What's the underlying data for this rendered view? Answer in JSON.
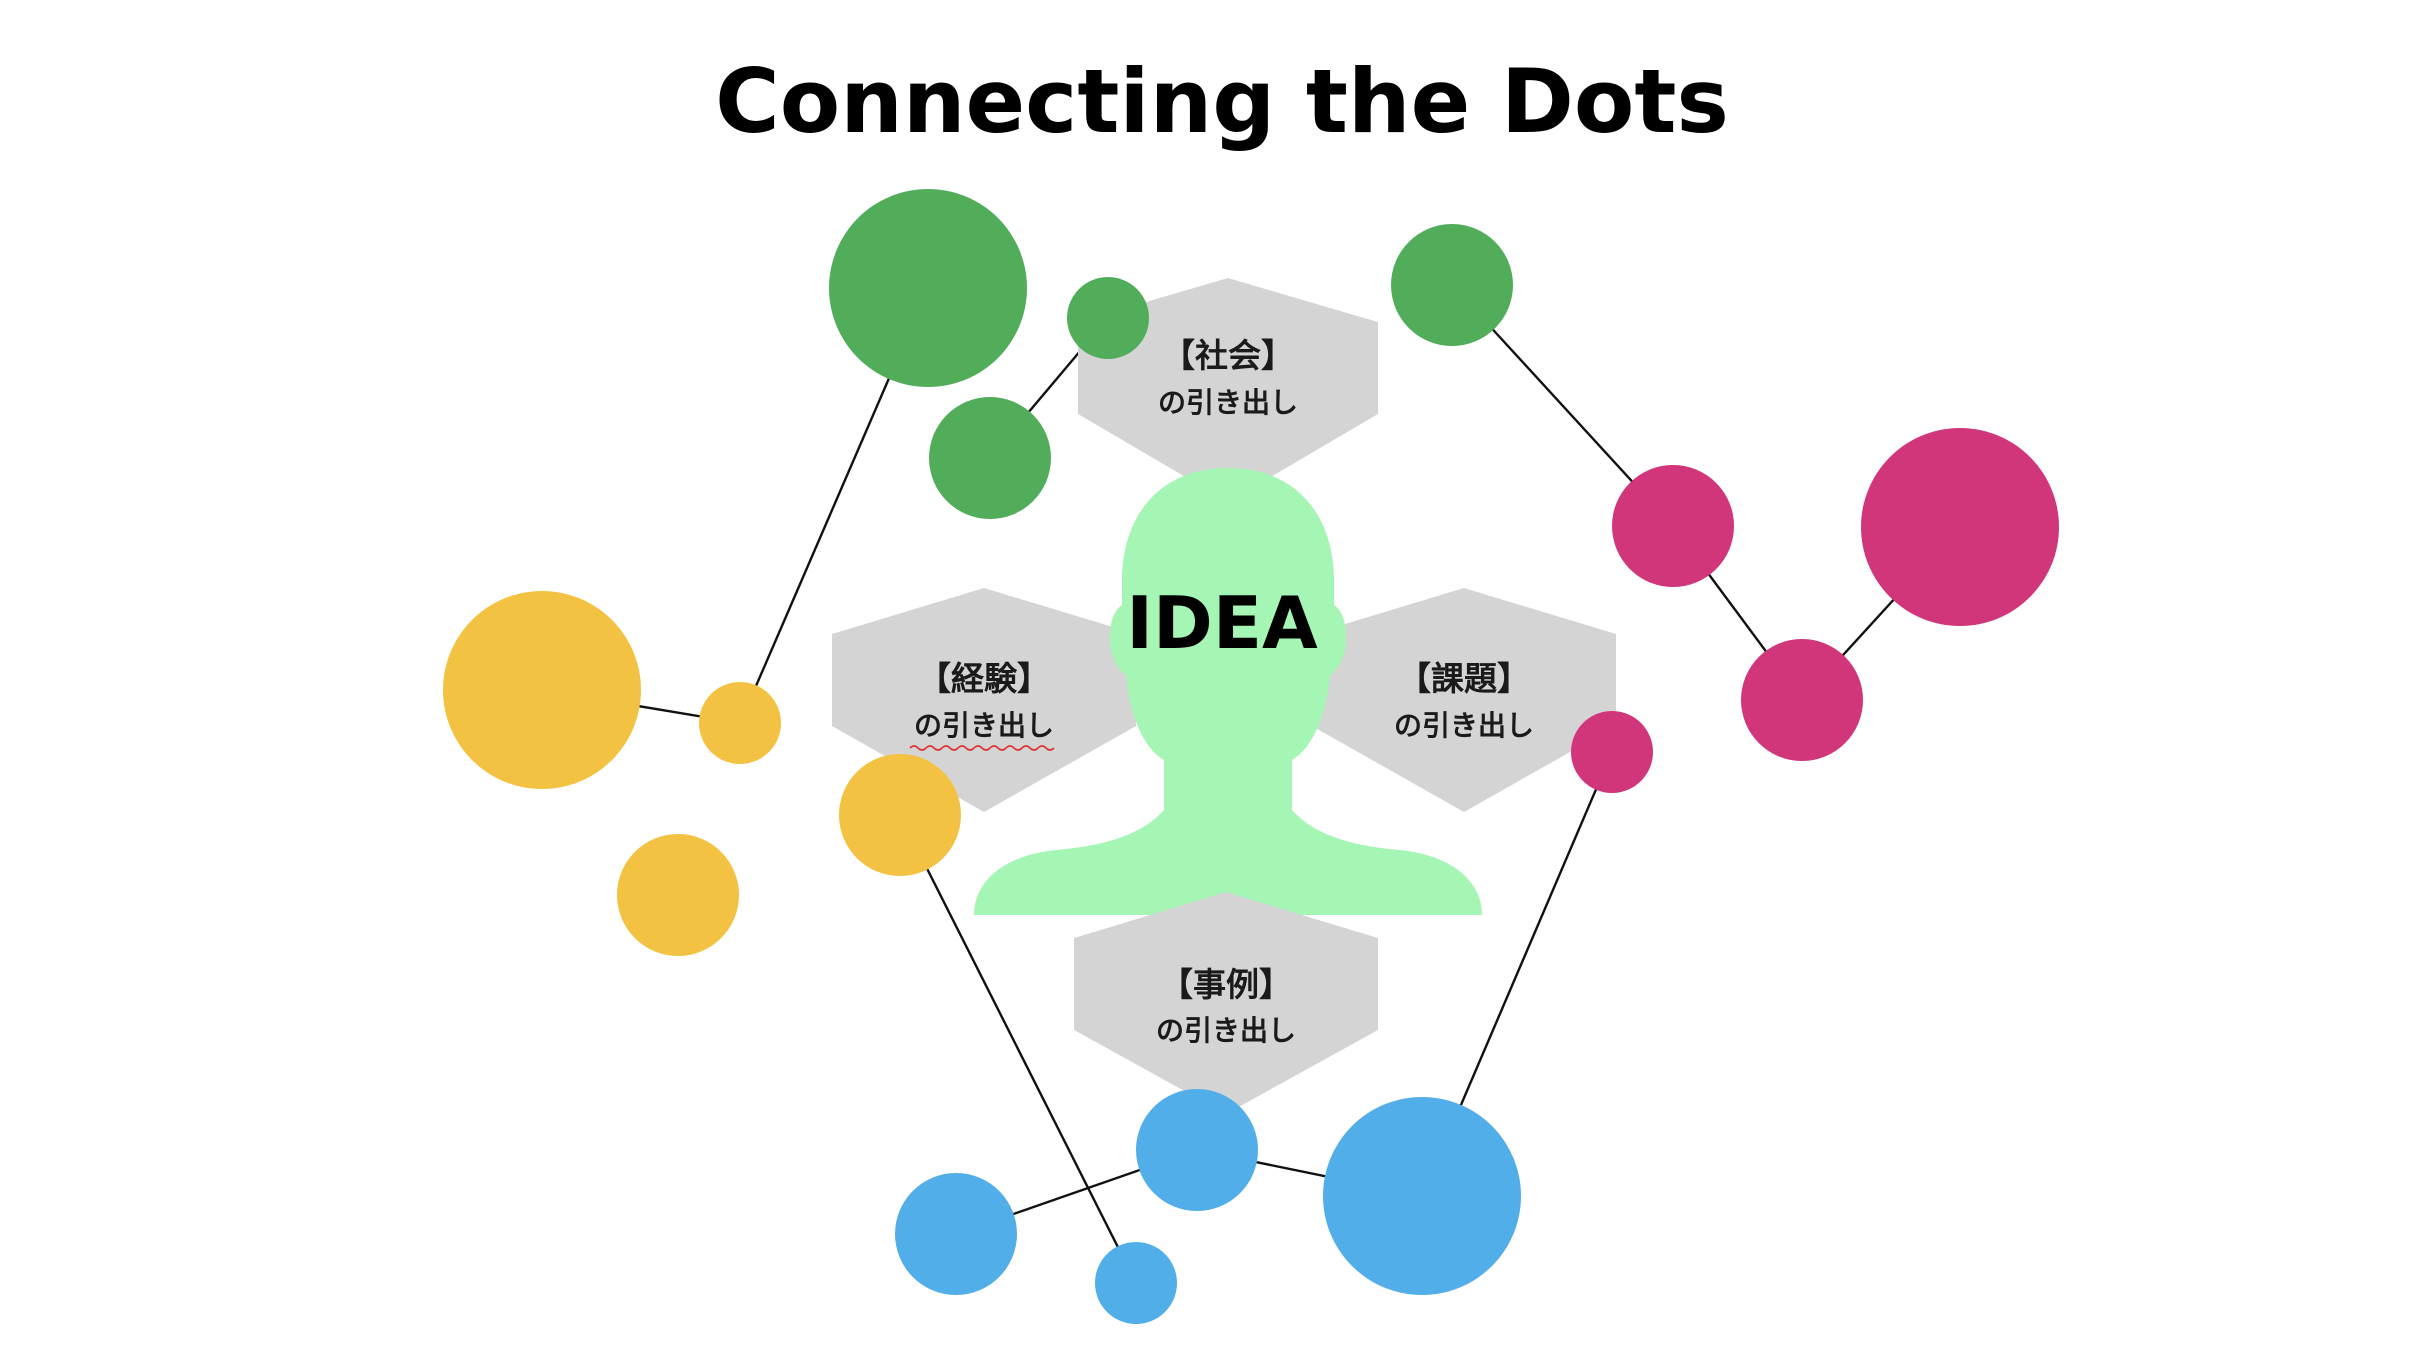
{
  "title": "Connecting the Dots",
  "center": {
    "label": "IDEA",
    "color": "#a5f5b5"
  },
  "drawers": [
    {
      "id": "society",
      "title": "【社会】",
      "subtitle": "の引き出し"
    },
    {
      "id": "experience",
      "title": "【経験】",
      "subtitle": "の引き出し"
    },
    {
      "id": "issues",
      "title": "【課題】",
      "subtitle": "の引き出し"
    },
    {
      "id": "cases",
      "title": "【事例】",
      "subtitle": "の引き出し"
    }
  ],
  "colors": {
    "green": "#52ad5a",
    "magenta": "#d1357a",
    "yellow": "#f3c242",
    "blue": "#52aee8",
    "hexagon": "#d4d4d4",
    "connector": "#111111"
  }
}
